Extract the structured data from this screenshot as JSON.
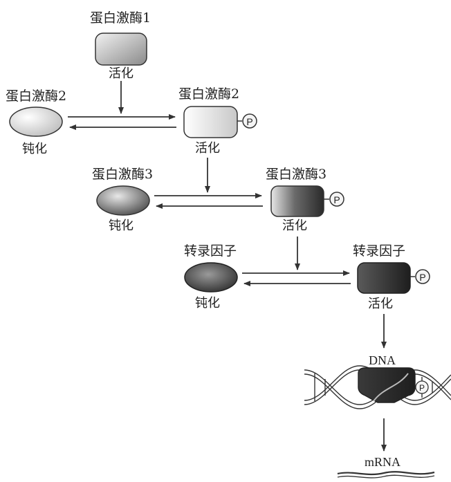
{
  "kinase1": {
    "name": "蛋白激酶1",
    "state": "活化"
  },
  "kinase2": {
    "inactive": {
      "name": "蛋白激酶2",
      "state": "钝化"
    },
    "active": {
      "name": "蛋白激酶2",
      "state": "活化"
    }
  },
  "kinase3": {
    "inactive": {
      "name": "蛋白激酶3",
      "state": "钝化"
    },
    "active": {
      "name": "蛋白激酶3",
      "state": "活化"
    }
  },
  "tf": {
    "inactive": {
      "name": "转录因子",
      "state": "钝化"
    },
    "active": {
      "name": "转录因子",
      "state": "活化"
    }
  },
  "phosphate_label": "P",
  "dna_label": "DNA",
  "mrna_label": "mRNA"
}
